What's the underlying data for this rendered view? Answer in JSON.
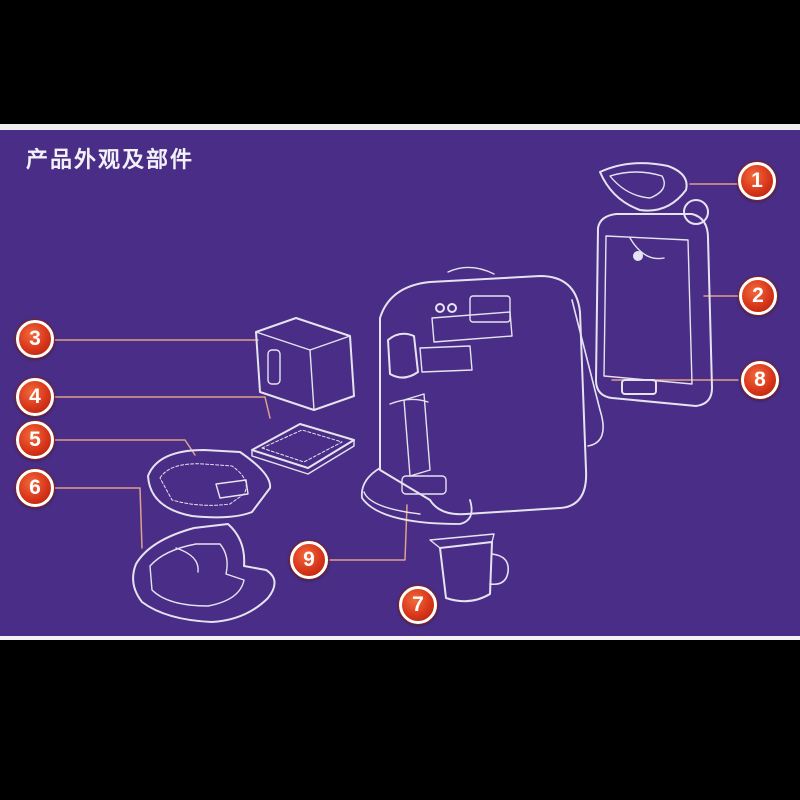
{
  "diagram": {
    "title": "产品外观及部件",
    "callouts": [
      "1",
      "2",
      "3",
      "4",
      "5",
      "6",
      "7",
      "8",
      "9"
    ]
  },
  "colors": {
    "background": "#4a2d86",
    "outline": "#e6e3f0",
    "leader": "#e0a08c",
    "callout_fill": "#d8361a",
    "callout_border": "#ffffff"
  }
}
